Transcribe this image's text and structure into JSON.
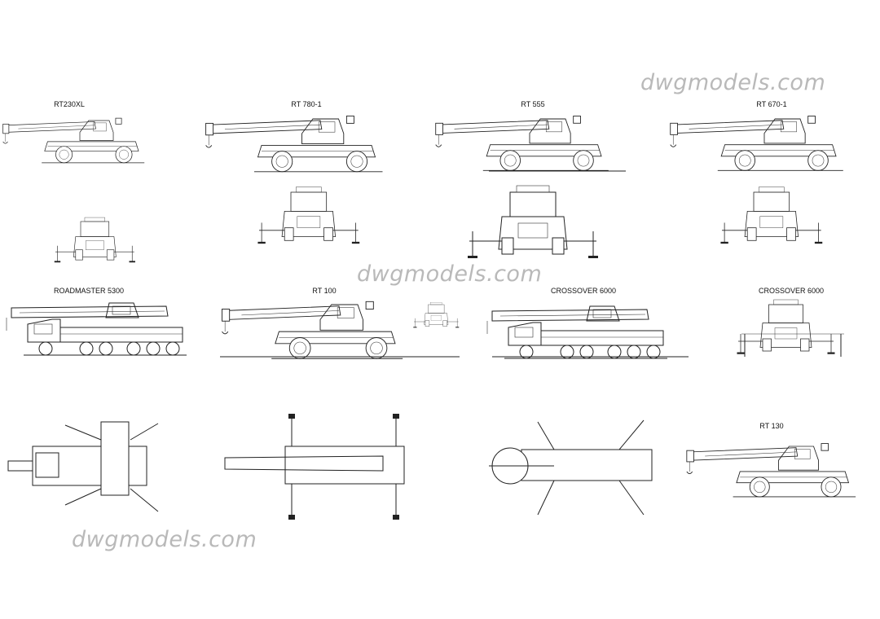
{
  "labels": {
    "rt230xl": "RT230XL",
    "rt780": "RT 780-1",
    "rt555": "RT 555",
    "rt670": "RT 670-1",
    "roadmaster": "ROADMASTER 5300",
    "rt100": "RT 100",
    "crossover_a": "CROSSOVER 6000",
    "crossover_b": "CROSSOVER 6000",
    "rt130": "RT 130"
  },
  "watermarks": {
    "top": "dwgmodels.com",
    "middle": "dwgmodels.com",
    "bottom": "dwgmodels.com"
  },
  "colors": {
    "line": "#222222",
    "watermark": "#b9b9b9",
    "background": "#ffffff"
  }
}
